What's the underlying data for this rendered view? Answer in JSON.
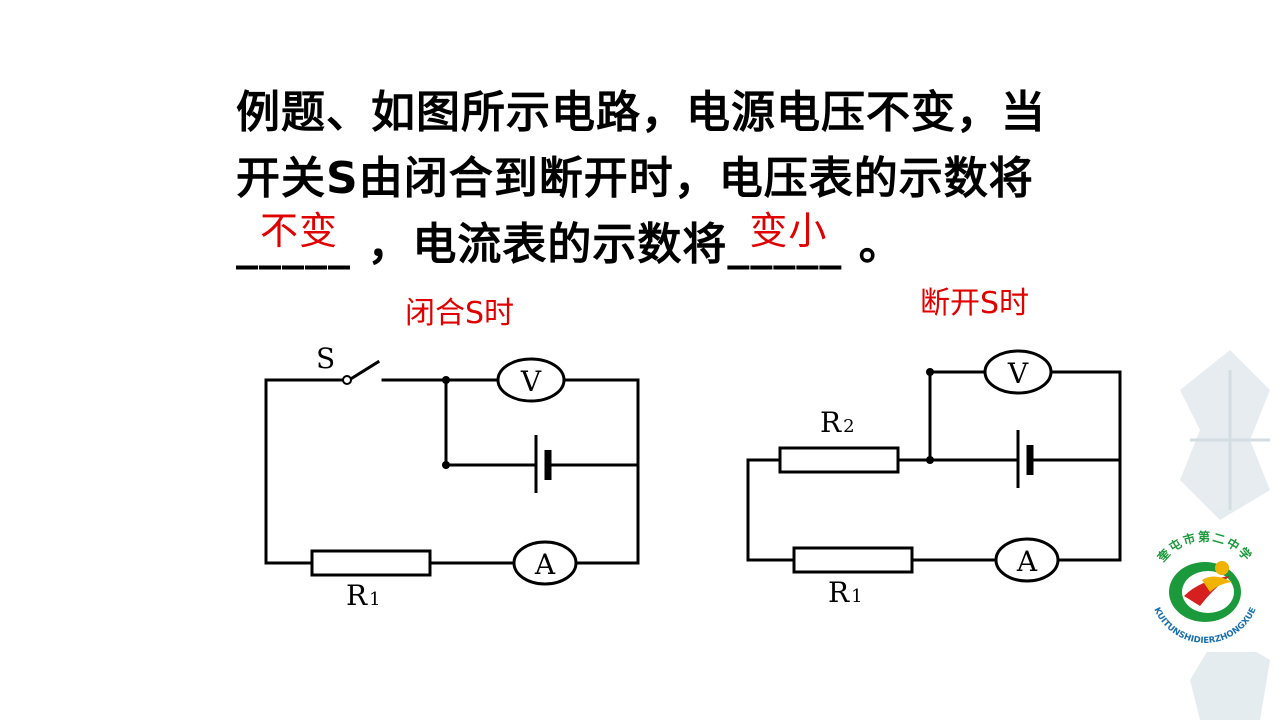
{
  "question": {
    "line1": "例题、如图所示电路，电源电压不变，当",
    "line2": "开关S由闭合到断开时，电压表的示数将",
    "blank1_line": "_____",
    "answer1": "不变",
    "middle": " ，电流表的示数将",
    "blank2_line": "_____",
    "answer2": "变小",
    "end": " 。"
  },
  "labels": {
    "closed": "闭合S时",
    "open": "断开S时"
  },
  "circuit_closed": {
    "switch": "S",
    "voltmeter": "V",
    "ammeter": "A",
    "resistor": "R",
    "resistor_sub": "1"
  },
  "circuit_open": {
    "voltmeter": "V",
    "ammeter": "A",
    "resistor2": "R",
    "resistor2_sub": "2",
    "resistor1": "R",
    "resistor1_sub": "1"
  },
  "logo": {
    "arc_text": "奎屯市第二中学",
    "ring_text": "KUITUNSHIDIERZHONGXUE"
  },
  "colors": {
    "answer": "#e00000",
    "logo_green": "#1a9a3a",
    "logo_red": "#d62020",
    "logo_yellow": "#f0b400",
    "deco": "#dde6ea"
  }
}
